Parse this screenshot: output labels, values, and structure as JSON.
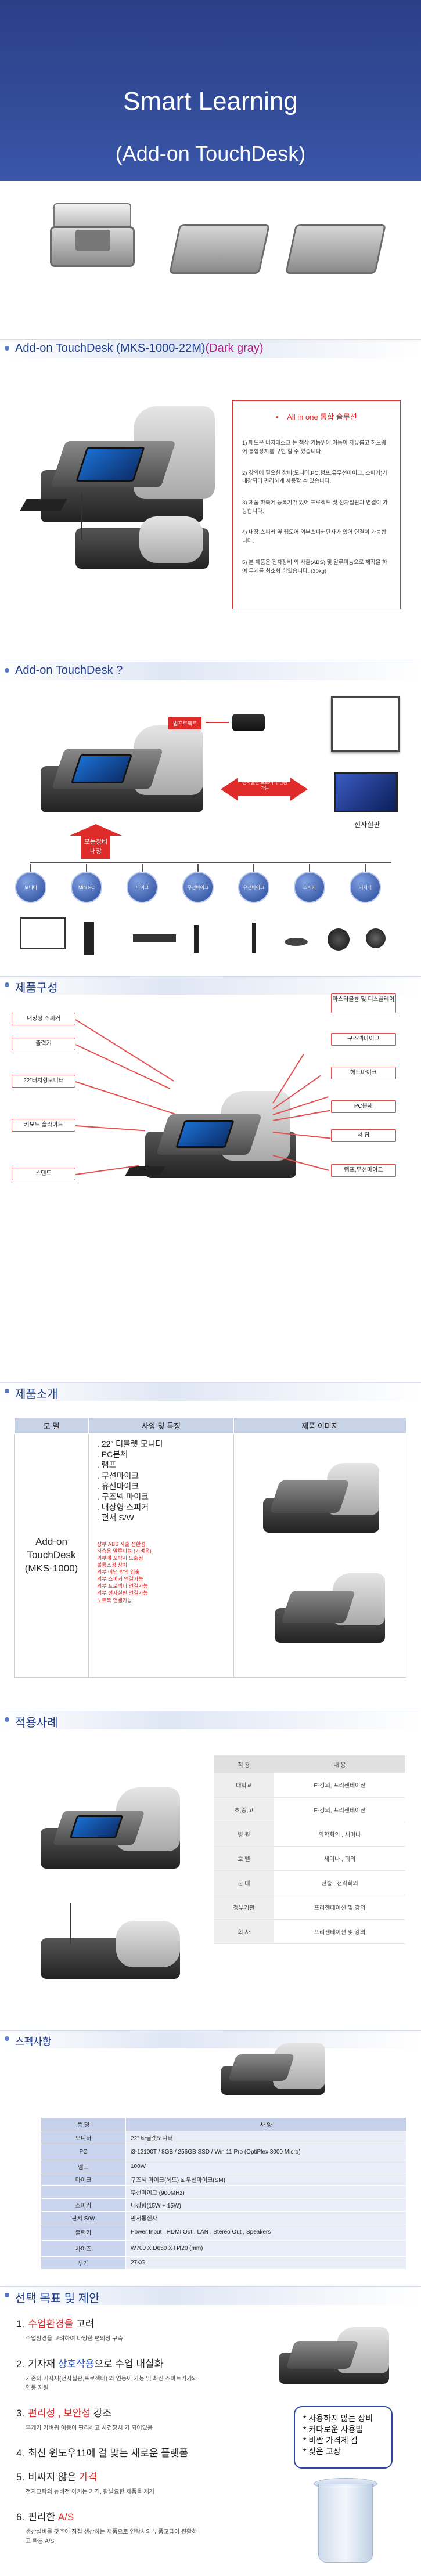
{
  "hero": {
    "title": "Smart Learning",
    "subtitle": "(Add-on TouchDesk)"
  },
  "section1": {
    "title_main": "Add-on TouchDesk (MKS-1000-22M)",
    "title_accent": "(Dark gray)",
    "feature_head": "All in one 통합 솔루션",
    "features": [
      "1) 에드온 터치데스크 는 책상 기능위에 이동이 자유롭고 하드웨어 통합장치를 구현 할 수 있습니다.",
      "2) 강의에 필요한 장비(모니터,PC,램프,유무선마이크, 스피커)가 내장되어 편리하게 사용할 수 있습니다.",
      "3) 제품 하측에 등록기가 있어 프로젝트 및 전자칠판과 연결이 가능합니다.",
      "4) 내장 스피커 옆 웹도어 외부스피커단자가 있어 연결이 가능합니다.",
      "5) 본 제품은 전자장비 외 사출(ABS) 및 알루미늄으로 제작을 하여 무게를 최소화 하였습니다. (30kg)"
    ]
  },
  "section2": {
    "title": "Add-on TouchDesk ?",
    "labels": {
      "projector": "빔프로젝트",
      "board_arrow": "전자칠판 프로젝터 연동가능",
      "board": "전자칠판",
      "devices": "모든장비 내장"
    },
    "circles": [
      "모니터",
      "Mini PC",
      "마이크",
      "무선마이크",
      "유선마이크",
      "스피커",
      "거치대"
    ]
  },
  "section3": {
    "title": "제품구성",
    "callouts_left": [
      "내장형 스피커",
      "출력기",
      "22″터치형모니터",
      "키보드 슬라이드",
      "스탠드"
    ],
    "callouts_right": [
      "마스터볼륨 및 디스플레이",
      "구즈넥마이크",
      "헤드마이크",
      "PC본체",
      "서 랍",
      "램프,무선마이크"
    ]
  },
  "section4": {
    "title": "제품소개",
    "headers": [
      "모 델",
      "사양 및 특징",
      "제품 이미지"
    ],
    "model": "Add-on TouchDesk (MKS-1000)",
    "spec_list": [
      ". 22″ 터블렛 모니터",
      ". PC본체",
      ". 램프",
      ". 무선마이크",
      ". 유선마이크",
      ". 구즈넥 마이크",
      ". 내장형 스피커",
      ". 편서 S/W"
    ],
    "notes": [
      "상부 ABS 사출 전환성",
      "하측용 알루미늄 (가벼움)",
      "외부에 포탁시 노출됨",
      "볼륨조정 장치",
      "외부 어댑 밖의 입출",
      "외부 스피커 연결가능",
      "외부 프로젝터 연결가능",
      "외부 전자칠판 연결가능",
      "노트북 연결가능"
    ]
  },
  "section5": {
    "title": "적용사례",
    "headers": [
      "적 용",
      "내 용"
    ],
    "rows": [
      [
        "대학교",
        "E-강의, 프리젠테이션"
      ],
      [
        "초,중,고",
        "E-강의, 프리젠테이션"
      ],
      [
        "병 원",
        "의학회의 , 세미나"
      ],
      [
        "호 텔",
        "세미나 , 회의"
      ],
      [
        "군 대",
        "전술 , 전략회의"
      ],
      [
        "정부기관",
        "프리젠테이션 및 강의"
      ],
      [
        "회 사",
        "프리젠테이션 및 강의"
      ]
    ]
  },
  "section6": {
    "title": "스펙사항",
    "headers": [
      "품 명",
      "사 양"
    ],
    "rows": [
      [
        "모니터",
        "22\" 타블렛모니터"
      ],
      [
        "PC",
        "i3-12100T / 8GB / 256GB SSD / Win 11 Pro  (OptiPlex 3000 Micro)"
      ],
      [
        "램프",
        "100W"
      ],
      [
        "마이크",
        "구즈넥 마이크(헤드) & 무선마이크(SM)"
      ],
      [
        "",
        "무선마이크 (900MHz)"
      ],
      [
        "스피커",
        "내장형(15W + 15W)"
      ],
      [
        "판서 S/W",
        "판서통신자"
      ],
      [
        "출력기",
        "Power Input , HDMI Out , LAN , Stereo Out , Speakers"
      ],
      [
        "사이즈",
        "W700 X D650 X H420 (mm)"
      ],
      [
        "무게",
        "27KG"
      ]
    ]
  },
  "section7": {
    "title": "선택 목표 및 제안",
    "items": [
      {
        "num": "1.",
        "red": "수업환경을",
        "rest": " 고려",
        "sub": "수업환경을 고려하여 다양한 편의성 구축"
      },
      {
        "num": "2.",
        "pre": "기자재 ",
        "blue": "상호작용",
        "rest": "으로 수업 내실화",
        "sub": "기존의 기자재(전자칠판,프로젝터) 와 연동이 가능 및 최신 스마트기기와 연동 지원"
      },
      {
        "num": "3.",
        "red": "편리성 , 보안성",
        "rest": " 강조",
        "sub": "무게가 가벼워 이동이 편리하고 시건장치 가 되어있음"
      },
      {
        "num": "4.",
        "pre": "최신 윈도우11에 걸 맞는 새로운 플랫폼",
        "rest": "",
        "sub": ""
      },
      {
        "num": "5.",
        "pre": "비싸지 않은 ",
        "red": "가격",
        "rest": "",
        "sub": "전자교탁의 뉴비전 아키는 가격, 활발요한 제품을 제거"
      },
      {
        "num": "6.",
        "pre": "편리한 ",
        "red": "A/S",
        "rest": "",
        "sub": "생산설비를 갖추어 직접 생산하는 제품으로 연락처의 부품교급이 원활하고 빠른 A/S"
      }
    ],
    "bubble": [
      "* 사용하지 않는 장비",
      "* 커다로운 사용법",
      "* 비싼 가격체 감",
      "* 잦은 고장"
    ]
  }
}
